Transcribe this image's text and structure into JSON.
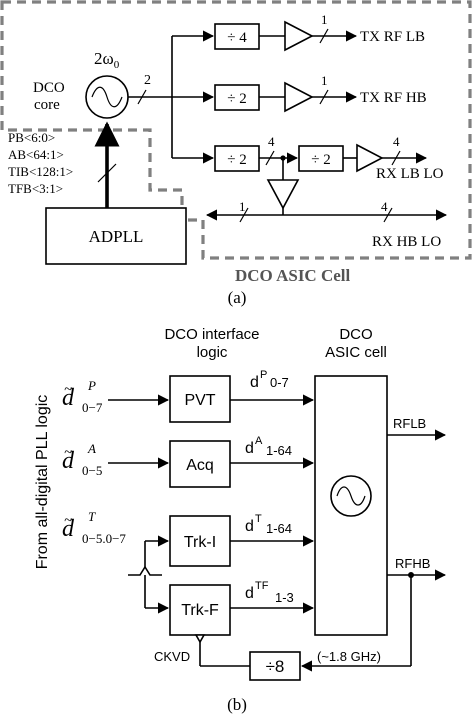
{
  "panel_a": {
    "freq_label": "2ω",
    "freq_sub": "0",
    "dco_core_line1": "DCO",
    "dco_core_line2": "core",
    "bus_width_main": "2",
    "div4": "÷ 4",
    "div2_hb": "÷ 2",
    "div2_lo1": "÷ 2",
    "div2_lo2": "÷ 2",
    "bus_tx_lb": "1",
    "bus_tx_hb": "1",
    "bus_lo_mid": "4",
    "bus_lo_out": "4",
    "bus_hb_in": "1",
    "bus_hb_out": "4",
    "tx_rf_lb": "TX RF LB",
    "tx_rf_hb": "TX RF HB",
    "rx_lb_lo": "RX LB LO",
    "rx_hb_lo": "RX HB LO",
    "control_words": [
      "PB<6:0>",
      "AB<64:1>",
      "TIB<128:1>",
      "TFB<3:1>"
    ],
    "adpll": "ADPLL",
    "cell_label": "DCO ASIC Cell",
    "caption": "(a)"
  },
  "panel_b": {
    "interface_title_1": "DCO interface",
    "interface_title_2": "logic",
    "asic_title_1": "DCO",
    "asic_title_2": "ASIC cell",
    "side_label": "From all-digital PLL logic",
    "inputs": [
      {
        "main": "d",
        "sup": "P",
        "sub": "0−7"
      },
      {
        "main": "d",
        "sup": "A",
        "sub": "0−5"
      },
      {
        "main": "d",
        "sup": "T",
        "sub": "0−5.0−7"
      }
    ],
    "blocks": [
      "PVT",
      "Acq",
      "Trk-I",
      "Trk-F"
    ],
    "outputs": [
      {
        "main": "d",
        "sup": "P",
        "sub": "0-7"
      },
      {
        "main": "d",
        "sup": "A",
        "sub": "1-64"
      },
      {
        "main": "d",
        "sup": "T",
        "sub": "1-64"
      },
      {
        "main": "d",
        "sup": "TF",
        "sub": "1-3"
      }
    ],
    "rflb": "RFLB",
    "rfhb": "RFHB",
    "ckvd": "CKVD",
    "divider": "÷8",
    "freq_note": "(~1.8 GHz)",
    "caption": "(b)"
  }
}
